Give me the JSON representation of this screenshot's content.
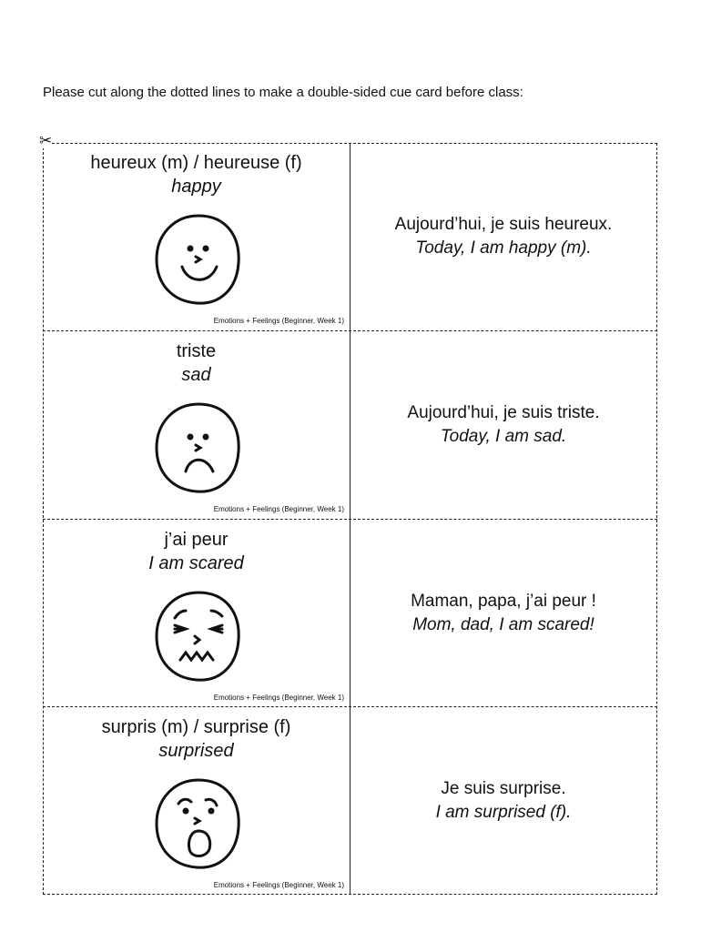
{
  "instructions": "Please cut along the dotted lines to make a double-sided cue card before class:",
  "footer": "Emotions + Feelings (Beginner, Week 1)",
  "cards": [
    {
      "word": "heureux (m) / heureuse (f)",
      "translation": "happy",
      "face": "happy-face-icon",
      "sentence": "Aujourd’hui, je suis heureux.",
      "sentence_translation": "Today, I am happy (m)."
    },
    {
      "word": "triste",
      "translation": "sad",
      "face": "sad-face-icon",
      "sentence": "Aujourd’hui, je suis triste.",
      "sentence_translation": "Today, I am sad."
    },
    {
      "word": "j’ai peur",
      "translation": "I am scared",
      "face": "scared-face-icon",
      "sentence": "Maman, papa, j’ai peur !",
      "sentence_translation": "Mom, dad, I am scared!"
    },
    {
      "word": "surpris (m) / surprise (f)",
      "translation": "surprised",
      "face": "surprised-face-icon",
      "sentence": "Je suis surprise.",
      "sentence_translation": "I am surprised (f)."
    }
  ]
}
